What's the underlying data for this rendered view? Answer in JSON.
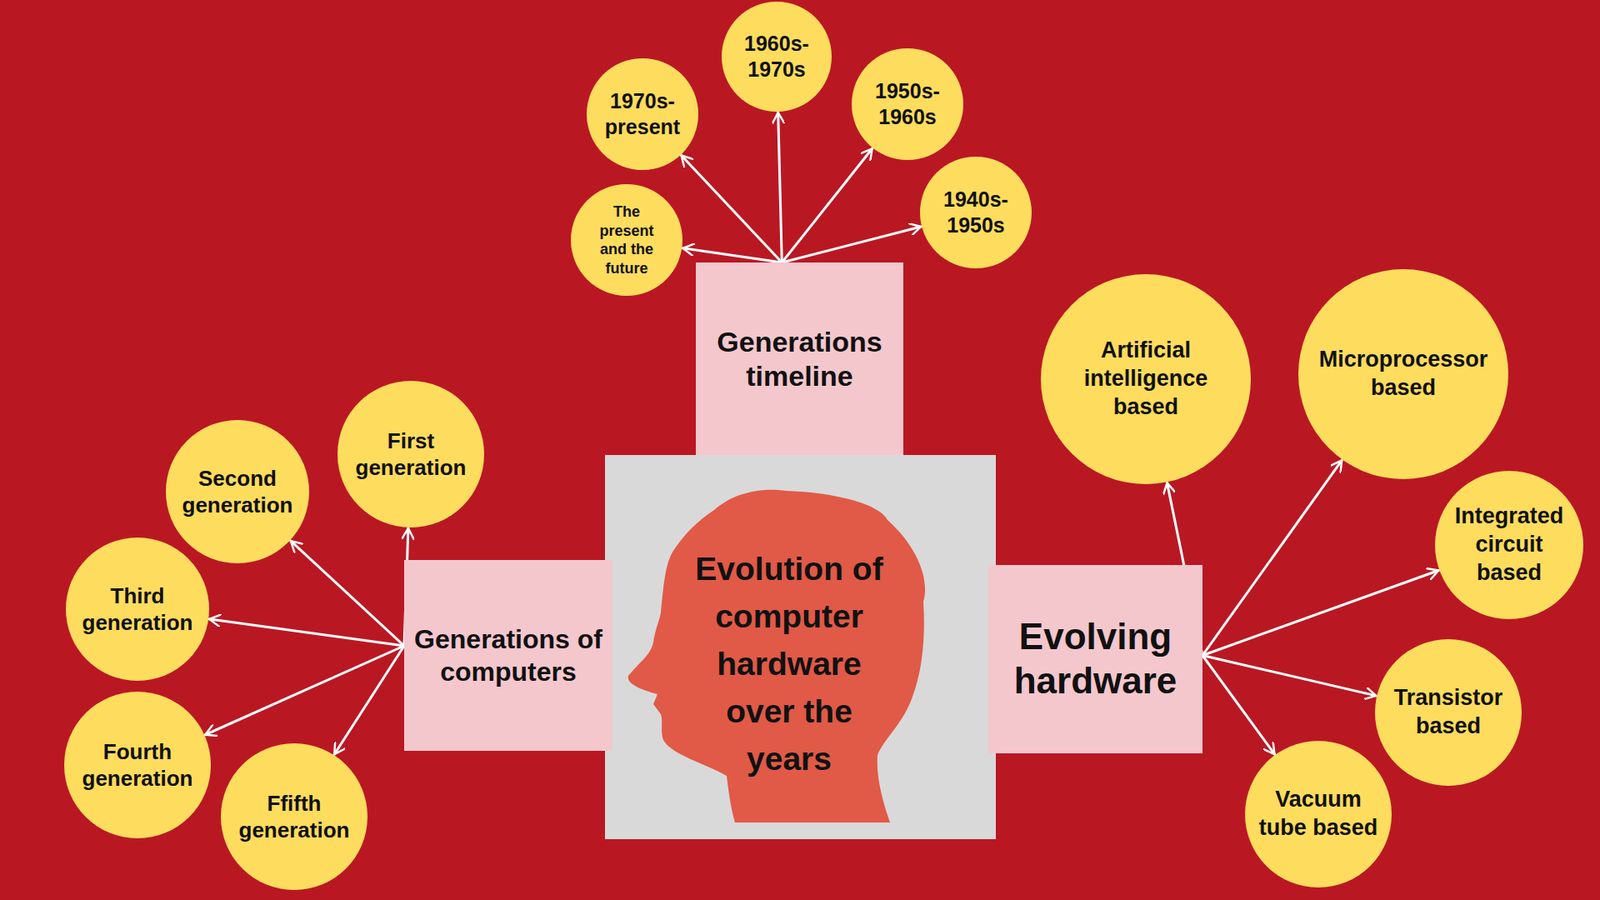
{
  "diagram": {
    "nodes": [
      {
        "text": [
          "Evolution of computer hardware over the years"
        ]
      },
      {
        "text": [
          "Generations timeline"
        ]
      },
      {
        "text": [
          "The present and the future"
        ]
      },
      {
        "text": [
          "1970s- present"
        ]
      },
      {
        "text": [
          "1960s- 1970s"
        ]
      },
      {
        "text": [
          "1950s- 1960s"
        ]
      },
      {
        "text": [
          "1940s- 1950s"
        ]
      },
      {
        "text": [
          "Generations of computers"
        ]
      },
      {
        "text": [
          "First generation"
        ]
      },
      {
        "text": [
          "Second generation"
        ]
      },
      {
        "text": [
          "Third generation"
        ]
      },
      {
        "text": [
          "Fourth generation"
        ]
      },
      {
        "text": [
          "Ffifth generation"
        ]
      },
      {
        "text": [
          "Evolving hardware"
        ]
      },
      {
        "text": [
          "Artificial intelligence based"
        ]
      },
      {
        "text": [
          "Microprocessor based"
        ]
      },
      {
        "text": [
          "Integrated circuit based"
        ]
      },
      {
        "text": [
          "Transistor based"
        ]
      },
      {
        "text": [
          "Vacuum tube based"
        ]
      }
    ],
    "edges": [
      {
        "from": 1,
        "to": 2,
        "arrow": "to"
      },
      {
        "from": 1,
        "to": 3,
        "arrow": "to"
      },
      {
        "from": 1,
        "to": 4,
        "arrow": "to"
      },
      {
        "from": 1,
        "to": 5,
        "arrow": "to"
      },
      {
        "from": 1,
        "to": 6,
        "arrow": "to"
      },
      {
        "from": 7,
        "to": 8,
        "arrow": "to"
      },
      {
        "from": 7,
        "to": 9,
        "arrow": "to"
      },
      {
        "from": 7,
        "to": 10,
        "arrow": "to"
      },
      {
        "from": 7,
        "to": 11,
        "arrow": "to"
      },
      {
        "from": 7,
        "to": 12,
        "arrow": "to"
      },
      {
        "from": 13,
        "to": 14,
        "arrow": "to"
      },
      {
        "from": 13,
        "to": 15,
        "arrow": "to"
      },
      {
        "from": 13,
        "to": 16,
        "arrow": "to"
      },
      {
        "from": 13,
        "to": 17,
        "arrow": "to"
      },
      {
        "from": 13,
        "to": 18,
        "arrow": "to"
      }
    ]
  }
}
